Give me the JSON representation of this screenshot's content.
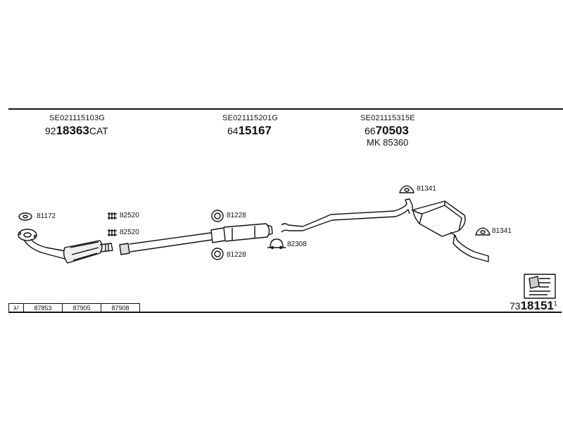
{
  "sections": [
    {
      "code": "SE021115103G",
      "prefix": "92",
      "main": "18363",
      "suffix": "CAT"
    },
    {
      "code": "SE021115201G",
      "prefix": "64",
      "main": "15167",
      "suffix": ""
    },
    {
      "code": "SE021115315E",
      "prefix": "66",
      "main": "70503",
      "suffix": "",
      "mk": "MK  85360"
    }
  ],
  "parts": {
    "p81172": "81172",
    "p82520a": "82520",
    "p82520b": "82520",
    "p81228a": "81228",
    "p81228b": "81228",
    "p82308": "82308",
    "p81341a": "81341",
    "p81341b": "81341"
  },
  "code_table": {
    "symbol": "λ¹",
    "codes": [
      "87853",
      "87905",
      "87908"
    ]
  },
  "reference": {
    "prefix": "73",
    "main": "18151",
    "sup": "1"
  }
}
